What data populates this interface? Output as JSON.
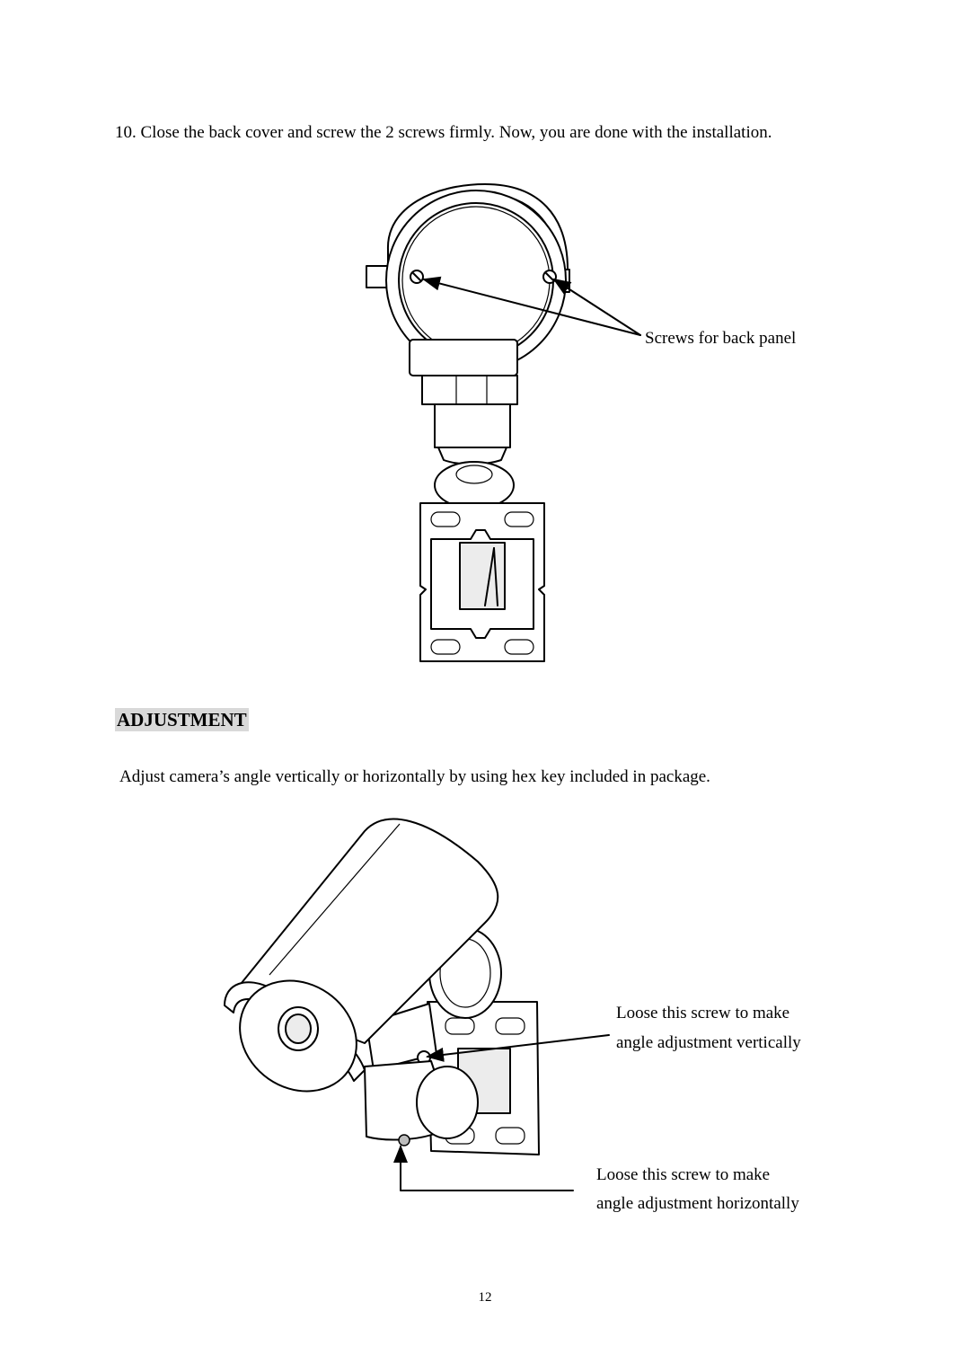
{
  "step": {
    "text": "10. Close the back cover and screw the 2 screws firmly. Now, you are done with the installation."
  },
  "figure1": {
    "callout": "Screws for back panel"
  },
  "section": {
    "heading": "ADJUSTMENT",
    "body": "Adjust camera’s angle vertically or horizontally by using hex key included in package."
  },
  "figure2": {
    "callout_vertical_line1": "Loose this screw to make",
    "callout_vertical_line2": "angle adjustment vertically",
    "callout_horizontal_line1": "Loose this screw to make",
    "callout_horizontal_line2": "angle adjustment horizontally"
  },
  "footer": {
    "page_number": "12"
  }
}
